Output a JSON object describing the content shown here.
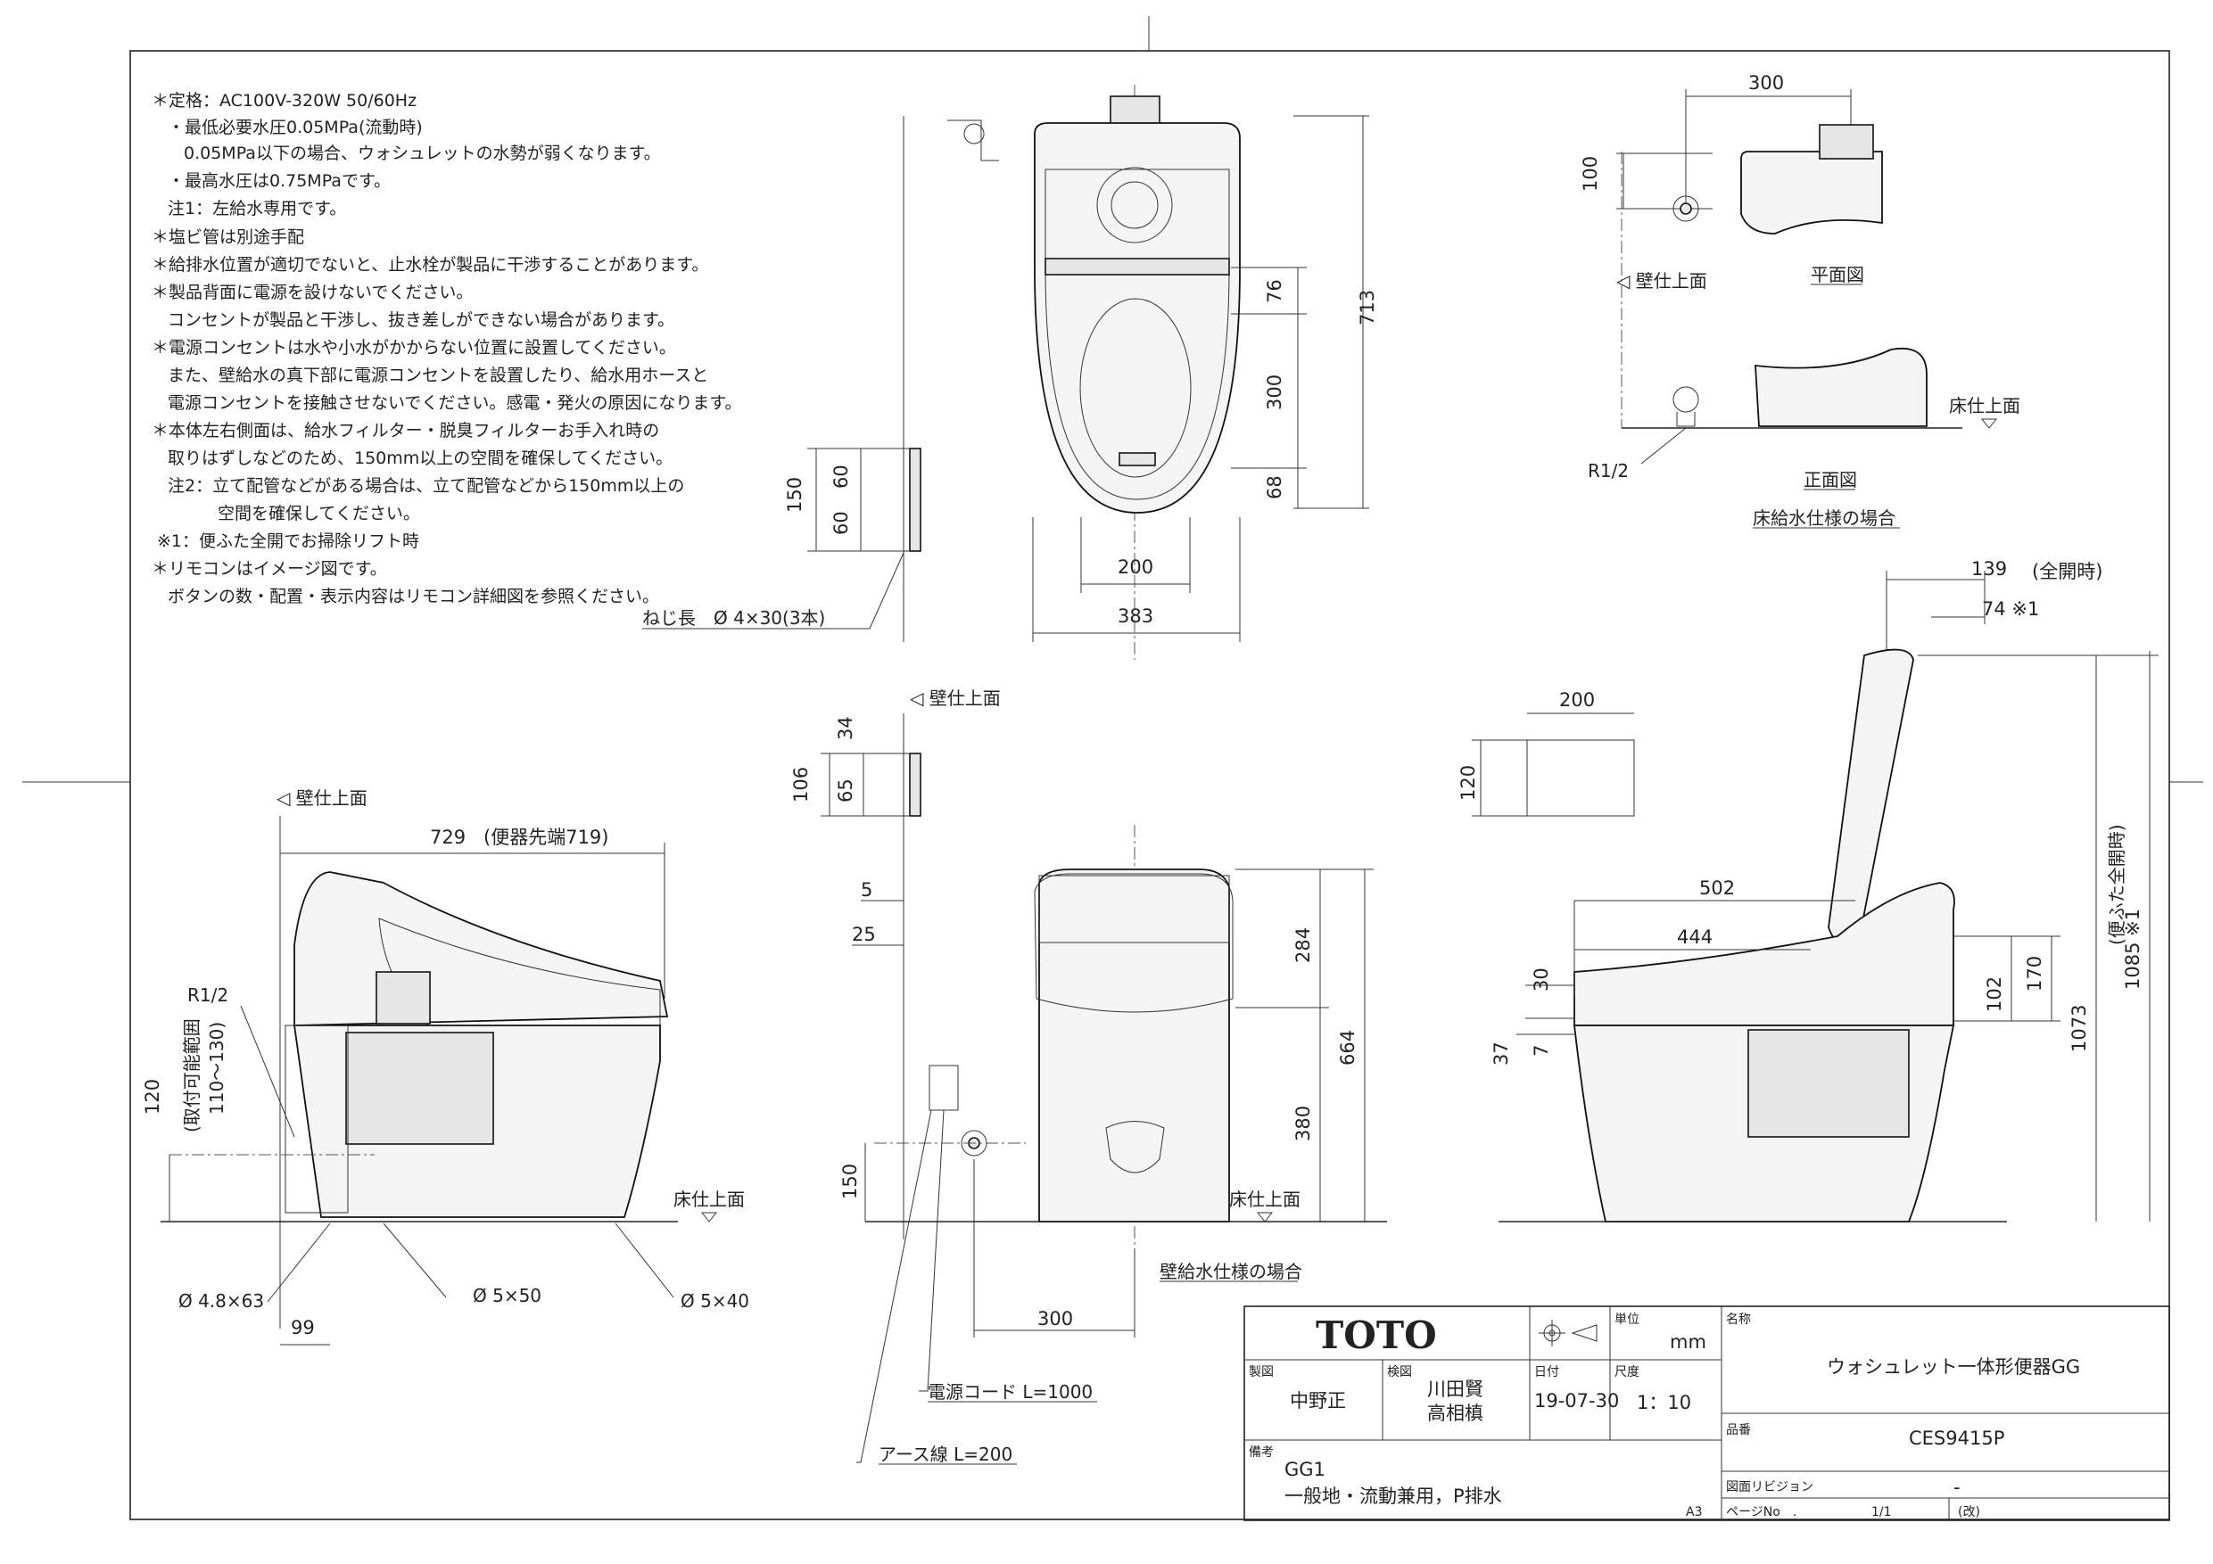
{
  "notes": [
    "＊定格：AC100V-320W 50/60Hz",
    "・最低必要水圧0.05MPa(流動時)",
    "0.05MPa以下の場合、ウォシュレットの水勢が弱くなります。",
    "・最高水圧は0.75MPaです。",
    "注1：左給水専用です。",
    "＊塩ビ管は別途手配",
    "＊給排水位置が適切でないと、止水栓が製品に干渉することがあります。",
    "＊製品背面に電源を設けないでください。",
    "コンセントが製品と干渉し、抜き差しができない場合があります。",
    "＊電源コンセントは水や小水がかからない位置に設置してください。",
    "また、壁給水の真下部に電源コンセントを設置したり、給水用ホースと",
    "電源コンセントを接触させないでください。感電・発火の原因になります。",
    "＊本体左右側面は、給水フィルター・脱臭フィルターお手入れ時の",
    "取りはずしなどのため、150mm以上の空間を確保してください。",
    "注2：立て配管などがある場合は、立て配管などから150mm以上の",
    "空間を確保してください。",
    "※1：便ふた全開でお掃除リフト時",
    "＊リモコンはイメージ図です。",
    "ボタンの数・配置・表示内容はリモコン詳細図を参照ください。"
  ],
  "top_view": {
    "dims": [
      "713",
      "76",
      "300",
      "68",
      "200",
      "383"
    ],
    "remote_dims": [
      "150",
      "60",
      "60"
    ],
    "screw_note": "ねじ長　Ø 4×30(3本)"
  },
  "plan_view": {
    "dim_300": "300",
    "dim_100": "100",
    "wall_label": "◁ 壁仕上面",
    "plan_caption": "平面図",
    "floor_label": "床仕上面",
    "r12": "R1/2",
    "front_caption": "正面図",
    "subcaption": "床給水仕様の場合"
  },
  "side_view_left": {
    "wall_label": "◁ 壁仕上面",
    "length": "729",
    "length_note": "(便器先端719)",
    "r12": "R1/2",
    "dim_120": "120",
    "range_label": "(取付可能範囲",
    "range_value": "110～130)",
    "floor_label": "床仕上面",
    "hole1": "Ø 4.8×63",
    "hole2": "Ø 5×50",
    "hole3": "Ø 5×40",
    "dim_99": "99"
  },
  "front_view": {
    "wall_label": "◁ 壁仕上面",
    "remote_dims": [
      "34",
      "106",
      "65"
    ],
    "dims_left": [
      "5",
      "25",
      "150"
    ],
    "dims_right": [
      "284",
      "664",
      "380"
    ],
    "floor_label": "床仕上面",
    "caption": "壁給水仕様の場合",
    "dim_300": "300",
    "cord1": "電源コード L=1000",
    "cord2": "アース線 L=200"
  },
  "side_view_right": {
    "dim_139": "139",
    "fullopen": "(全開時)",
    "dim_74": "74 ※1",
    "dim_200": "200",
    "dim_120": "120",
    "dim_502": "502",
    "dim_444": "444",
    "dims_vert": [
      "30",
      "37",
      "7",
      "102",
      "170",
      "1073",
      "1085 ※1"
    ],
    "lid_note": "(便ふた全開時)"
  },
  "title_block": {
    "logo": "TOTO",
    "unit_label": "単位",
    "unit": "mm",
    "name_label": "名称",
    "product_name": "ウォシュレット一体形便器GG",
    "drawn_label": "製図",
    "drawn": "中野正",
    "checked_label": "検図",
    "checked": [
      "川田賢",
      "高相槙"
    ],
    "date_label": "日付",
    "date": "19-07-30",
    "scale_label": "尺度",
    "scale": "1：10",
    "code_label": "品番",
    "code": "CES9415P",
    "remarks_label": "備考",
    "remarks": [
      "GG1",
      "一般地・流動兼用，P排水"
    ],
    "revision_label": "図面リビジョン",
    "revision": "-",
    "paper": "A3",
    "page_label": "ページNo　.",
    "page": "1/1",
    "stamp": "(改)"
  }
}
